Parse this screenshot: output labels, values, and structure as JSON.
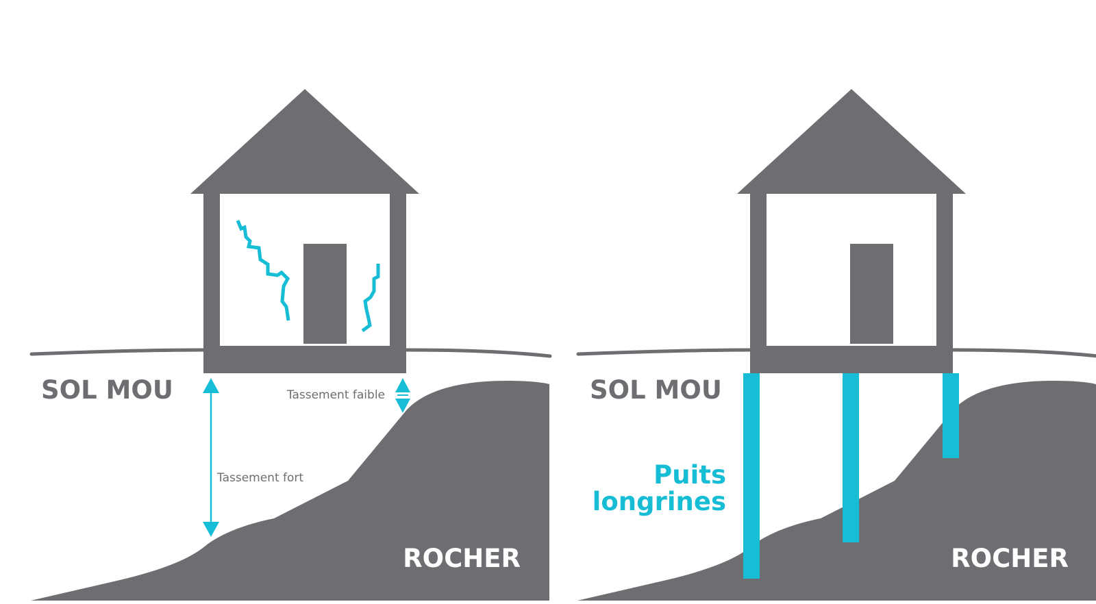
{
  "colors": {
    "structure": "#6d6e71",
    "accent": "#17bcd5",
    "background": "#ffffff",
    "label_on_rock": "#ffffff"
  },
  "left_panel": {
    "soil_label": "SOL MOU",
    "rock_label": "ROCHER",
    "strong_settlement_label": "Tassement fort",
    "weak_settlement_label": "Tassement faible"
  },
  "right_panel": {
    "soil_label": "SOL MOU",
    "rock_label": "ROCHER",
    "piles_label_line1": "Puits",
    "piles_label_line2": "longrines"
  }
}
